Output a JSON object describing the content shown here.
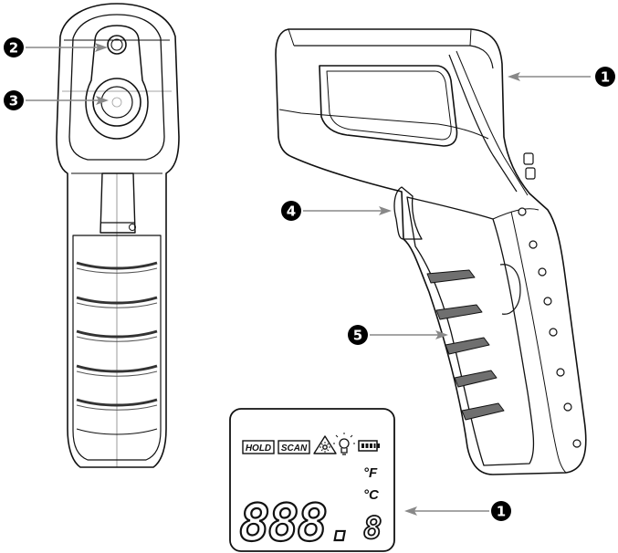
{
  "callouts": [
    {
      "id": "c1-body",
      "number": "1"
    },
    {
      "id": "c2-laser",
      "number": "2"
    },
    {
      "id": "c3-sensor",
      "number": "3"
    },
    {
      "id": "c4-trigger",
      "number": "4"
    },
    {
      "id": "c5-handle",
      "number": "5"
    },
    {
      "id": "c1-lcd",
      "number": "1"
    }
  ],
  "lcd": {
    "hold_label": "HOLD",
    "scan_label": "SCAN",
    "laser_icon": "laser-warning-icon",
    "backlight_icon": "backlight-bulb-icon",
    "battery_icon": "battery-icon",
    "unit_f": "°F",
    "unit_c": "°C",
    "digits": "888.",
    "decimal_digit": "8"
  },
  "colors": {
    "line": "#111111",
    "pointer": "#888888",
    "badge": "#000000",
    "shade": "#cfcfcf",
    "grip": "#6f6f6f"
  }
}
